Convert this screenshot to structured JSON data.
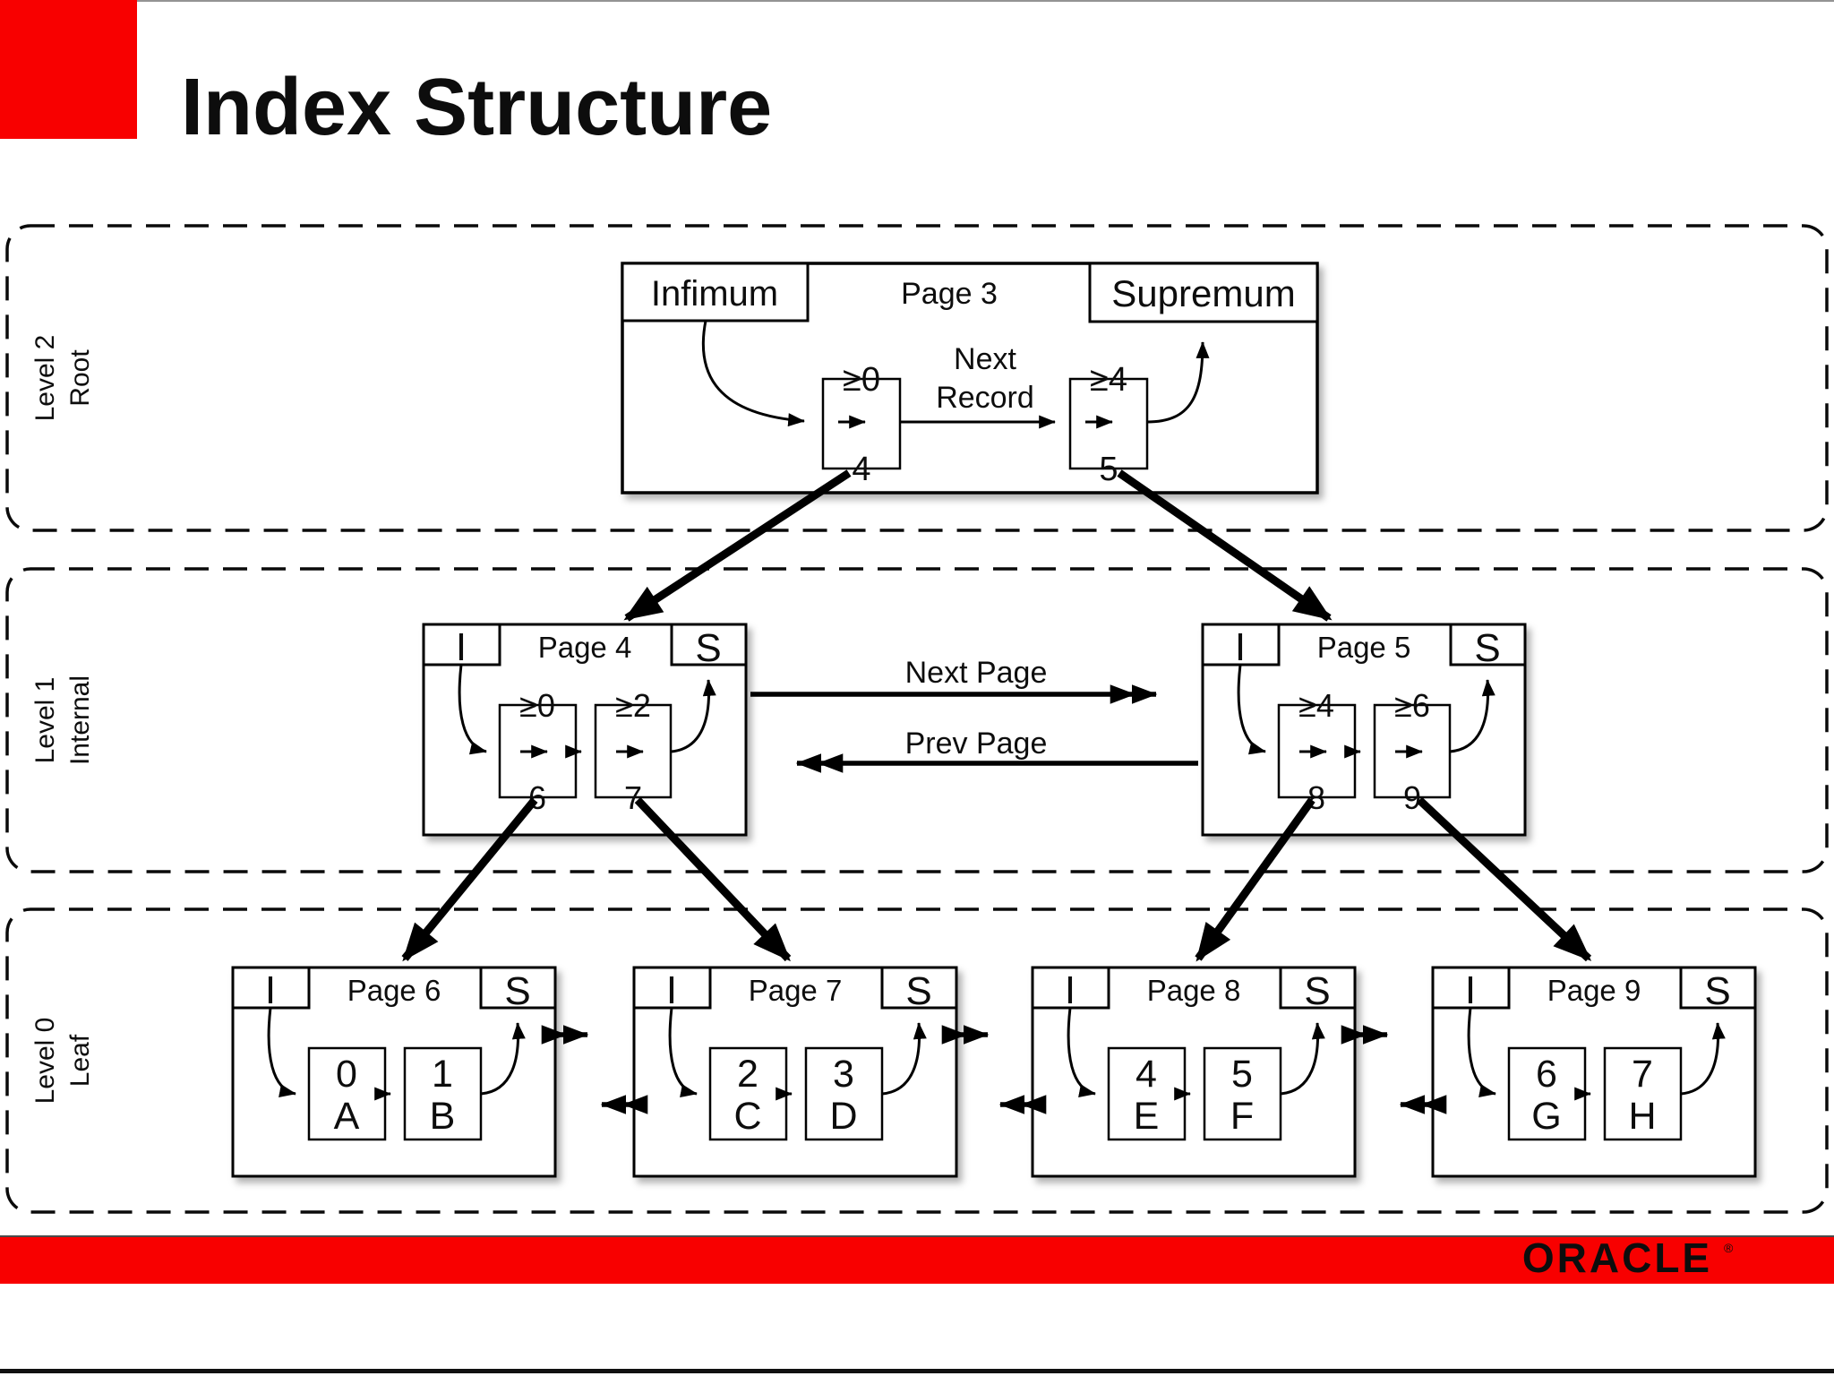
{
  "slide": {
    "title": "Index Structure",
    "footer_brand": "ORACLE",
    "footer_registered_mark": "®",
    "accent_red": "#F80000"
  },
  "level_bands": [
    {
      "label_line1": "Level 2",
      "label_line2": "Root"
    },
    {
      "label_line1": "Level 1",
      "label_line2": "Internal"
    },
    {
      "label_line1": "Level 0",
      "label_line2": "Leaf"
    }
  ],
  "page_header_abbr": {
    "infimum": "I",
    "supremum": "S"
  },
  "root_page": {
    "title": "Page 3",
    "infimum_label": "Infimum",
    "supremum_label": "Supremum",
    "next_record_line1": "Next",
    "next_record_line2": "Record",
    "records": [
      {
        "key": "≥0",
        "child_page": "4"
      },
      {
        "key": "≥4",
        "child_page": "5"
      }
    ]
  },
  "internal_pages": [
    {
      "title": "Page 4",
      "records": [
        {
          "key": "≥0",
          "child_page": "6"
        },
        {
          "key": "≥2",
          "child_page": "7"
        }
      ]
    },
    {
      "title": "Page 5",
      "records": [
        {
          "key": "≥4",
          "child_page": "8"
        },
        {
          "key": "≥6",
          "child_page": "9"
        }
      ]
    }
  ],
  "leaf_pages": [
    {
      "title": "Page 6",
      "records": [
        {
          "key": "0",
          "value": "A"
        },
        {
          "key": "1",
          "value": "B"
        }
      ]
    },
    {
      "title": "Page 7",
      "records": [
        {
          "key": "2",
          "value": "C"
        },
        {
          "key": "3",
          "value": "D"
        }
      ]
    },
    {
      "title": "Page 8",
      "records": [
        {
          "key": "4",
          "value": "E"
        },
        {
          "key": "5",
          "value": "F"
        }
      ]
    },
    {
      "title": "Page 9",
      "records": [
        {
          "key": "6",
          "value": "G"
        },
        {
          "key": "7",
          "value": "H"
        }
      ]
    }
  ],
  "link_labels": {
    "next_page": "Next Page",
    "prev_page": "Prev Page"
  }
}
